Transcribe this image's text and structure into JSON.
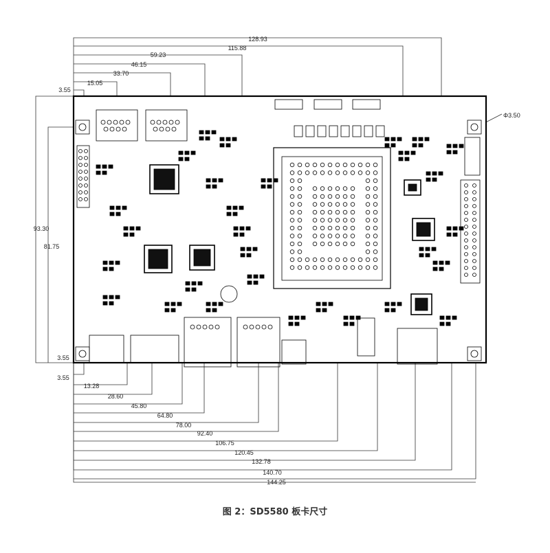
{
  "caption": "图 2：SD5580 板卡尺寸",
  "dimensions": {
    "top": [
      "128.93",
      "115.88",
      "59.23",
      "46.15",
      "33.70",
      "15.05",
      "3.55"
    ],
    "left": [
      "93.30",
      "81.75"
    ],
    "bottom_left": [
      "3.55",
      "3.55"
    ],
    "bottom": [
      "13.28",
      "28.60",
      "45.80",
      "64.80",
      "78.00",
      "92.40",
      "106.75",
      "120.45",
      "132.78",
      "140.70",
      "144.25"
    ],
    "hole": "Φ3.50"
  }
}
